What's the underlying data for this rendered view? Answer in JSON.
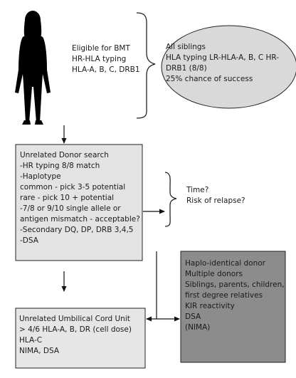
{
  "eligible": {
    "lines": [
      "Eligible for BMT",
      "HR-HLA typing",
      "HLA-A, B, C, DRB1"
    ]
  },
  "siblings": {
    "lines": [
      "All siblings",
      "HLA typing LR-HLA-A, B, C HR-",
      "DRB1 (8/8)",
      "25% chance of success"
    ],
    "fill": "#d9d9d9"
  },
  "unrelated_donor": {
    "lines": [
      "Unrelated Donor search",
      "-HR typing 8/8 match",
      "-Haplotype",
      "common - pick 3-5 potential",
      "rare - pick 10 + potential",
      "-7/8 or 9/10 single allele or",
      "antigen mismatch - acceptable?",
      "-Secondary DQ, DP, DRB 3,4,5",
      "-DSA"
    ],
    "fill": "#e3e3e3"
  },
  "questions": {
    "lines": [
      "Time?",
      "Risk of relapse?"
    ]
  },
  "haplo": {
    "lines": [
      "Haplo-identical donor",
      "Multiple donors",
      "Siblings, parents, children,",
      "first degree relatives",
      "KIR reactivity",
      "DSA",
      "(NIMA)"
    ],
    "fill": "#8c8c8c"
  },
  "cord": {
    "lines": [
      "Unrelated Umbilical Cord Unit",
      "> 4/6 HLA-A, B, DR (cell dose)",
      "HLA-C",
      "NIMA, DSA"
    ],
    "fill": "#e6e6e6"
  }
}
